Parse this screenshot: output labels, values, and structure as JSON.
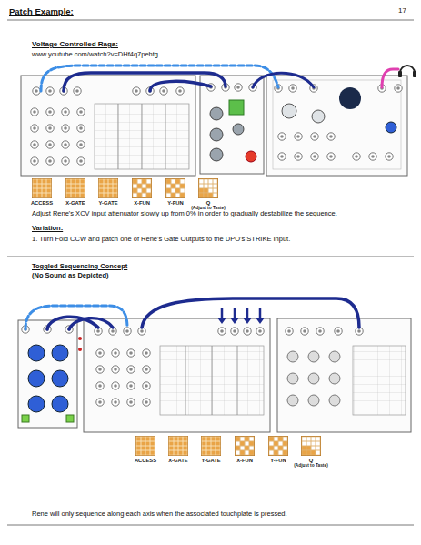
{
  "diagram": {
    "title": "Patch Example:",
    "nodes": [
      {
        "text": [
          "ACCESS"
        ]
      },
      {
        "text": [
          "X-GATE"
        ]
      },
      {
        "text": [
          "Y-GATE"
        ]
      },
      {
        "text": [
          "X-FUN"
        ]
      },
      {
        "text": [
          "Y-FUN"
        ]
      },
      {
        "text": [
          "Q",
          "(Adjust to Taste)"
        ]
      },
      {
        "text": [
          "ACCESS"
        ]
      },
      {
        "text": [
          "X-GATE"
        ]
      },
      {
        "text": [
          "Y-GATE"
        ]
      },
      {
        "text": [
          "X-FUN"
        ]
      },
      {
        "text": [
          "Y-FUN"
        ]
      },
      {
        "text": [
          "Q",
          "(Adjust to Taste)"
        ]
      }
    ],
    "labels": [
      "17",
      "Voltage Controlled Raga:",
      "www.youtube.com/watch?v=DHf4q7pehtg",
      "Adjust Rene's XCV input attenuator slowly up from 0% in order to gradually destabilize the sequence.",
      "Variation:",
      "1. Turn Fold CCW and patch one of Rene's Gate Outputs to the DPO's STRIKE Input.",
      "Toggled Sequencing Concept",
      "(No Sound as Depicted)",
      "Rene will only sequence along each axis when the associated touchplate is pressed."
    ]
  }
}
